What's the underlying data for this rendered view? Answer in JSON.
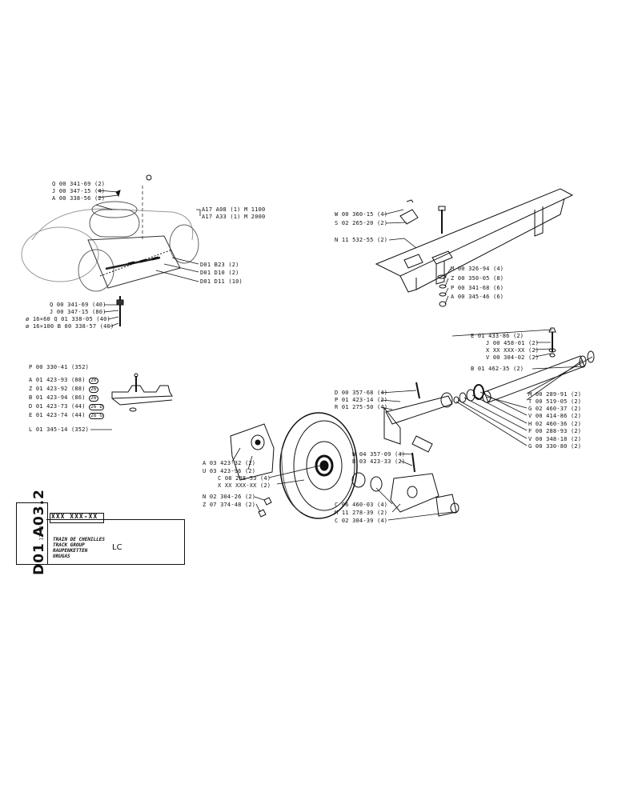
{
  "title_block": {
    "code": "D01 A03.2",
    "date": "12-74",
    "part_number": "XXX XXX-XX",
    "titles": [
      "TRAIN DE CHENILLES",
      "TRACK GROUP",
      "RAUPENKETTEN",
      "ORUGAS"
    ],
    "model": "LC"
  },
  "callouts_top_left": [
    "Q 00 341-69 (2)",
    "J 00 347-15 (4)",
    "A 00 338-56 (2)"
  ],
  "callouts_model_refs": [
    "A17  A08 (1)  M 1100",
    "A17  A33 (1)  M 2000"
  ],
  "callouts_right_of_track": [
    "D01 B23 (2)",
    "D01 D10 (2)",
    "D01 D11 (10)"
  ],
  "callouts_bottom_track": [
    "Q 00 341-69 (40)",
    "J 00 347-15 (80)",
    "ø 16×60  Q 01 338-05 (40)",
    "ø 16×100  B 00 338-57 (40)"
  ],
  "callouts_guard": [
    "W 00 360-15 (4)",
    "S 02 265-20 (2)",
    "N 11 532-55 (2)",
    "M 00 326-94 (4)",
    "Z 00 350-05 (8)",
    "P 00 341-68 (6)",
    "A 00 345-46 (6)"
  ],
  "callouts_shoes": {
    "header": "P 00 330-41 (352)",
    "items": [
      {
        "text": "A 01 423-93 (88)",
        "badge": "20"
      },
      {
        "text": "Z 01 423-92 (88)",
        "badge": "26"
      },
      {
        "text": "B 01 423-94 (86)",
        "badge": "26"
      },
      {
        "text": "D 01 423-73 (44)",
        "badge": "26 D"
      },
      {
        "text": "E 01 423-74 (44)",
        "badge": "26 G"
      }
    ],
    "footer": "L 01 345-14 (352)"
  },
  "callouts_shaft_top": [
    "E 01 433-86 (2)",
    "J 00 458-01 (2)",
    "X XX XXX-XX (2)",
    "V 00 304-02 (2)",
    "B 01 462-35 (2)"
  ],
  "callouts_shaft_right": [
    "M 00 289-91 (2)",
    "T 00 519-05 (2)",
    "G 02 460-37 (2)",
    "V 00 414-86 (2)",
    "H 02 460-36 (2)",
    "F 00 288-93 (2)",
    "V 00 348-18 (2)",
    "G 00 330-80 (2)"
  ],
  "callouts_idler_upper": [
    "D 00 357-68 (4)",
    "P 01 423-14 (2)",
    "R 01 275-50 (4)"
  ],
  "callouts_idler_left": [
    "A 03 423-32 (2)",
    "U 03 423-96 (2)",
    "C 08 288-53 (4)",
    "X XX XXX-XX (2)",
    "N 02 304-26 (2)",
    "Z 07 374-48 (2)"
  ],
  "callouts_idler_right": [
    "W 04 357-09 (4)",
    "B 03 423-33 (2)"
  ],
  "callouts_idler_bottom": [
    "C 06 460-03 (4)",
    "M 11 278-39 (2)",
    "C 02 304-39 (4)"
  ]
}
